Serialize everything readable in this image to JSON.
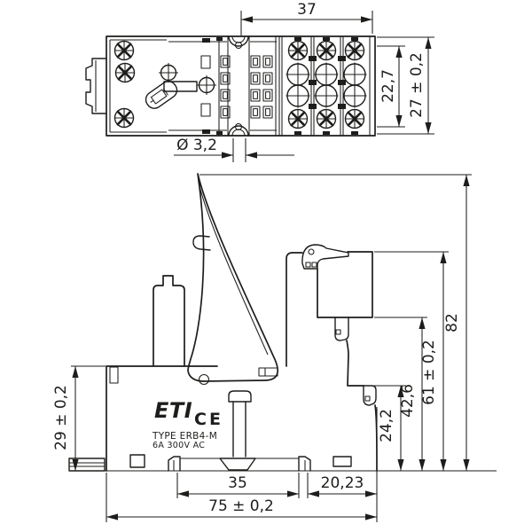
{
  "drawing": {
    "background": "#ffffff",
    "line_color": "#1d1d1b",
    "product": {
      "brand": "ETI",
      "ce_mark": "CE",
      "type_label": "TYPE ERB4-M",
      "rating_label": "6A 300V AC"
    },
    "top_view": {
      "dim_width": "37",
      "dim_screw_span": "22,7",
      "dim_height": "27 ± 0,2",
      "dim_hole_diameter": "Ø 3,2"
    },
    "side_view": {
      "dim_total_height": "82",
      "dim_terminal_height": "61 ± 0,2",
      "dim_step_upper": "42,6",
      "dim_step_lower": "24,2",
      "dim_base_height": "29 ± 0,2",
      "dim_din_rail_width": "35",
      "dim_rear_depth": "20,23",
      "dim_total_width": "75 ± 0,2"
    }
  }
}
